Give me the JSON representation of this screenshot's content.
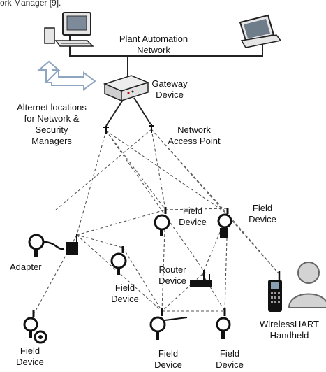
{
  "header_text": "ork Manager [9].",
  "labels": {
    "plant_network_line1": "Plant Automation",
    "plant_network_line2": "Network",
    "gateway_line1": "Gateway",
    "gateway_line2": "Device",
    "alt_locations_line1": "Alternet locations",
    "alt_locations_line2": "for Network &",
    "alt_locations_line3": "Security",
    "alt_locations_line4": "Managers",
    "access_point_line1": "Network",
    "access_point_line2": "Access Point",
    "field_center_line1": "Field",
    "field_center_line2": "Device",
    "field_right_line1": "Field",
    "field_right_line2": "Device",
    "adapter": "Adapter",
    "field_mid_line1": "Field",
    "field_mid_line2": "Device",
    "router_line1": "Router",
    "router_line2": "Device",
    "handheld_line1": "WirelessHART",
    "handheld_line2": "Handheld",
    "field_bl_line1": "Field",
    "field_bl_line2": "Device",
    "field_bc_line1": "Field",
    "field_bc_line2": "Device",
    "field_br_line1": "Field",
    "field_br_line2": "Device"
  },
  "colors": {
    "device_dark": "#111111",
    "gateway_body": "#d9d9d9",
    "person": "#bdbdbd",
    "arrow": "#9fb3c8"
  }
}
